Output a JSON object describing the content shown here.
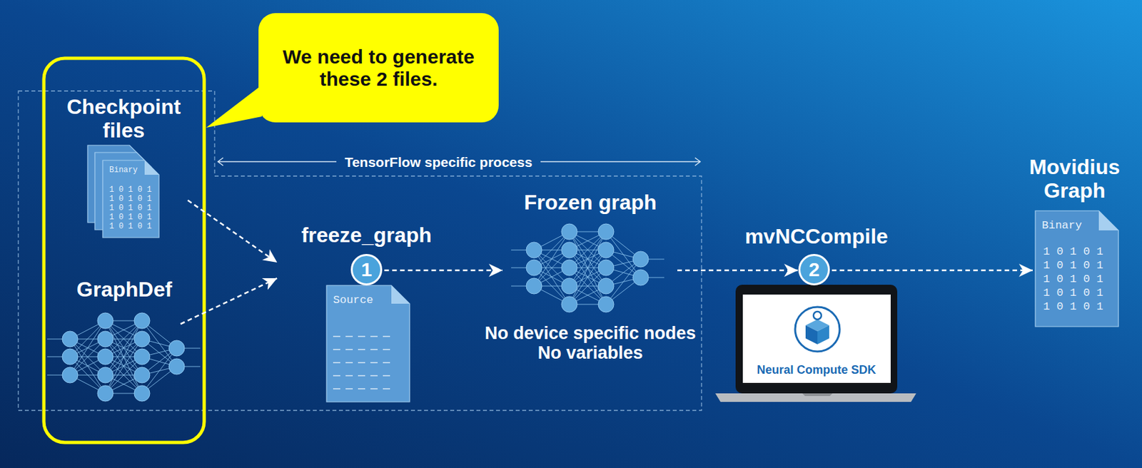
{
  "diagram": {
    "nodes": [
      {
        "text": [
          "We need to generate these 2 files."
        ]
      },
      {
        "text": [
          "Checkpoint files"
        ]
      },
      {
        "text": [
          "GraphDef"
        ]
      },
      {
        "text": [
          "freeze_graph"
        ]
      },
      {
        "text": [
          "Frozen graph",
          "No device specific nodes No variables"
        ]
      },
      {
        "text": [
          "mvNCCompile",
          "Neural Compute SDK"
        ]
      },
      {
        "text": [
          "Movidius Graph"
        ]
      }
    ],
    "edges": [
      {
        "from": 1,
        "to": 3,
        "arrow": "to"
      },
      {
        "from": 2,
        "to": 3,
        "arrow": "to"
      },
      {
        "from": 3,
        "to": 4,
        "arrow": "to"
      },
      {
        "from": 4,
        "to": 5,
        "arrow": "to"
      },
      {
        "from": 5,
        "to": 6,
        "arrow": "to"
      }
    ],
    "labels": [
      "Binary",
      "1 0 1 0 1",
      "1 0 1 0 1",
      "1 0 1 0 1",
      "1 0 1 0 1",
      "1 0 1 0 1",
      "TensorFlow specific process",
      "1",
      "Source",
      "2",
      "Binary",
      "1 0 1 0 1",
      "1 0 1 0 1",
      "1 0 1 0 1",
      "1 0 1 0 1",
      "1 0 1 0 1"
    ]
  }
}
